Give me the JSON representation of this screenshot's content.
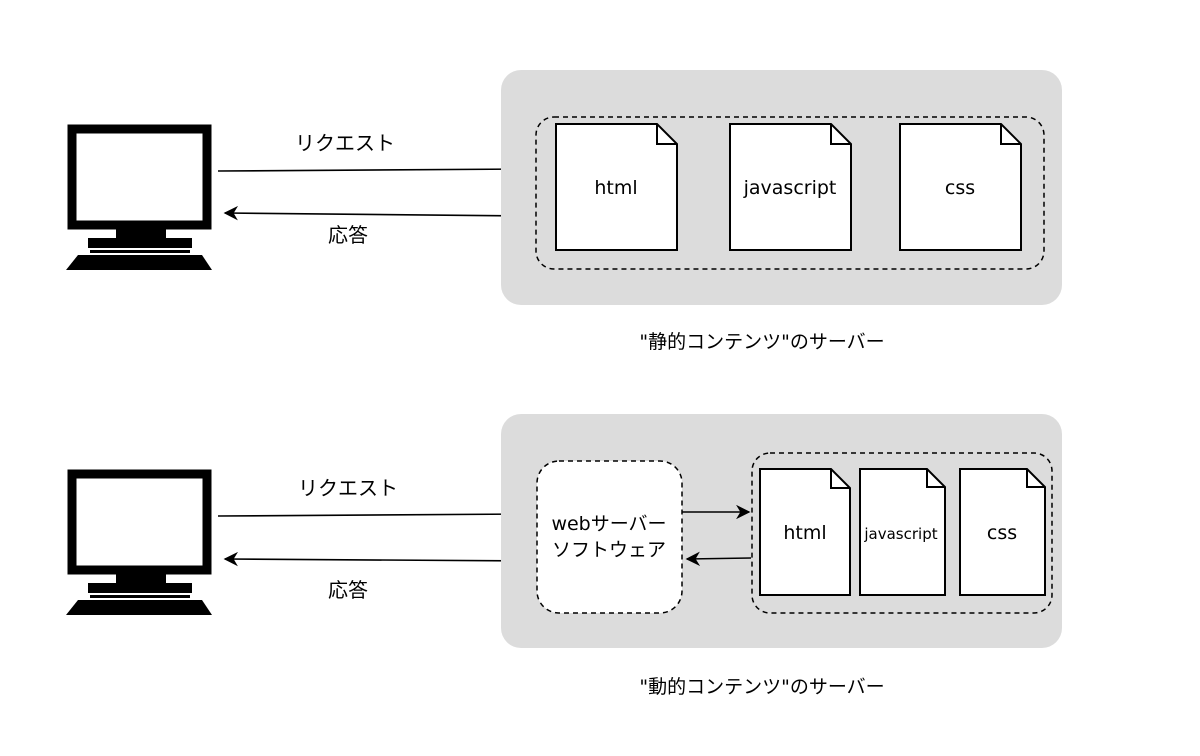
{
  "static_section": {
    "request_label": "リクエスト",
    "response_label": "応答",
    "caption": "\"静的コンテンツ\"のサーバー",
    "files": [
      {
        "label": "html"
      },
      {
        "label": "javascript"
      },
      {
        "label": "css"
      }
    ]
  },
  "dynamic_section": {
    "request_label": "リクエスト",
    "response_label": "応答",
    "caption": "\"動的コンテンツ\"のサーバー",
    "software_line1": "webサーバー",
    "software_line2": "ソフトウェア",
    "files": [
      {
        "label": "html"
      },
      {
        "label": "javascript"
      },
      {
        "label": "css"
      }
    ]
  },
  "colors": {
    "server_bg": "#dcdcdc",
    "stroke": "#000000",
    "file_fill": "#ffffff"
  }
}
